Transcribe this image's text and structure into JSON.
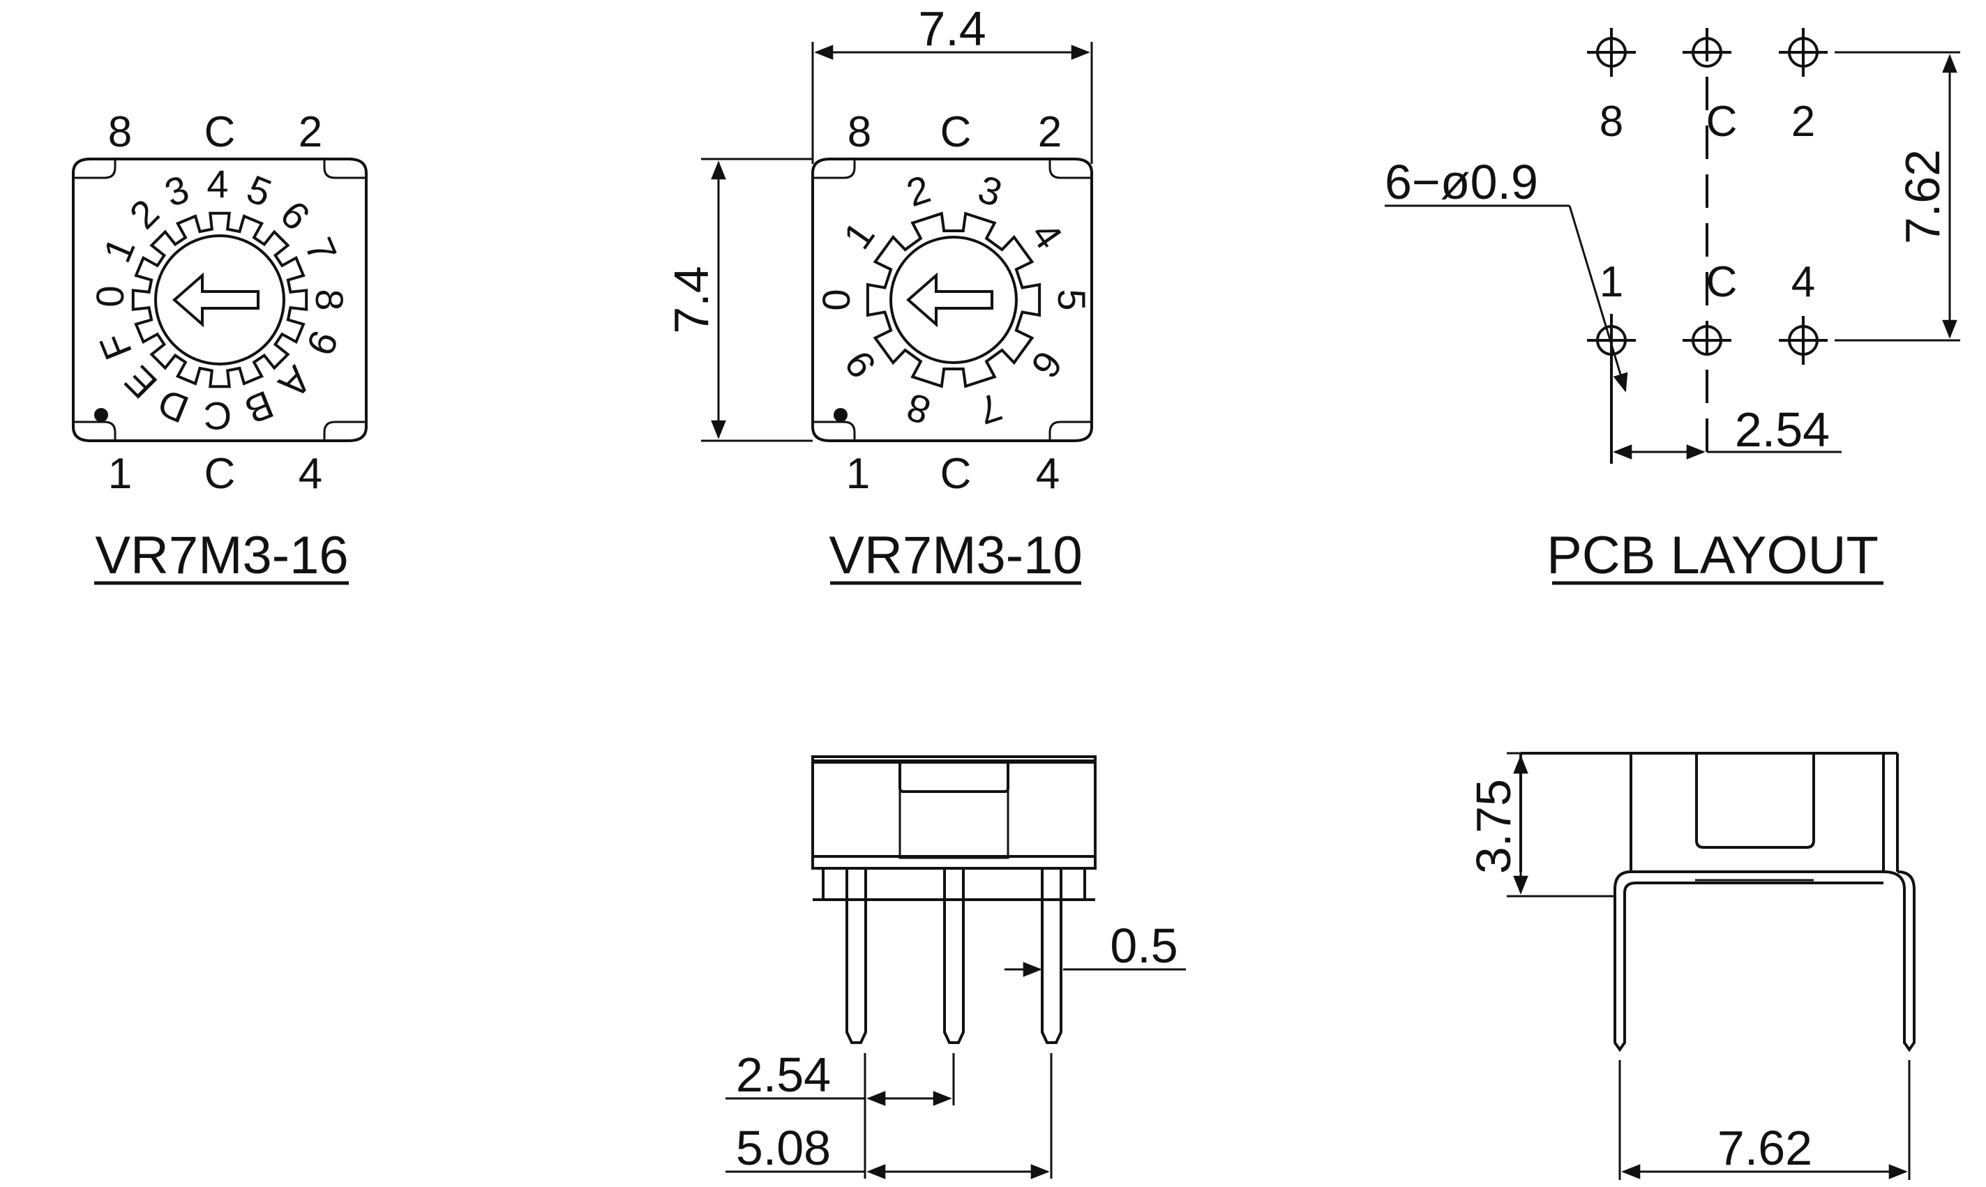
{
  "views": {
    "vr16": {
      "title": "VR7M3-16",
      "pins_top": [
        "8",
        "C",
        "2"
      ],
      "pins_bottom": [
        "1",
        "C",
        "4"
      ],
      "dial_labels": [
        "0",
        "1",
        "2",
        "3",
        "4",
        "5",
        "6",
        "7",
        "8",
        "9",
        "A",
        "B",
        "C",
        "D",
        "E",
        "F"
      ]
    },
    "vr10": {
      "title": "VR7M3-10",
      "pins_top": [
        "8",
        "C",
        "2"
      ],
      "pins_bottom": [
        "1",
        "C",
        "4"
      ],
      "dial_labels": [
        "0",
        "1",
        "2",
        "3",
        "4",
        "5",
        "6",
        "7",
        "8",
        "9"
      ],
      "dim_width": "7.4",
      "dim_height": "7.4"
    },
    "pcb": {
      "title": "PCB LAYOUT",
      "pins_top": [
        "8",
        "C",
        "2"
      ],
      "pins_bottom": [
        "1",
        "C",
        "4"
      ],
      "hole_note": "6−ø0.9",
      "dim_row_spacing": "7.62",
      "dim_pitch": "2.54"
    },
    "front": {
      "dim_pin_width": "0.5",
      "dim_pitch": "2.54",
      "dim_span": "5.08"
    },
    "side": {
      "dim_height": "3.75",
      "dim_span": "7.62"
    }
  }
}
